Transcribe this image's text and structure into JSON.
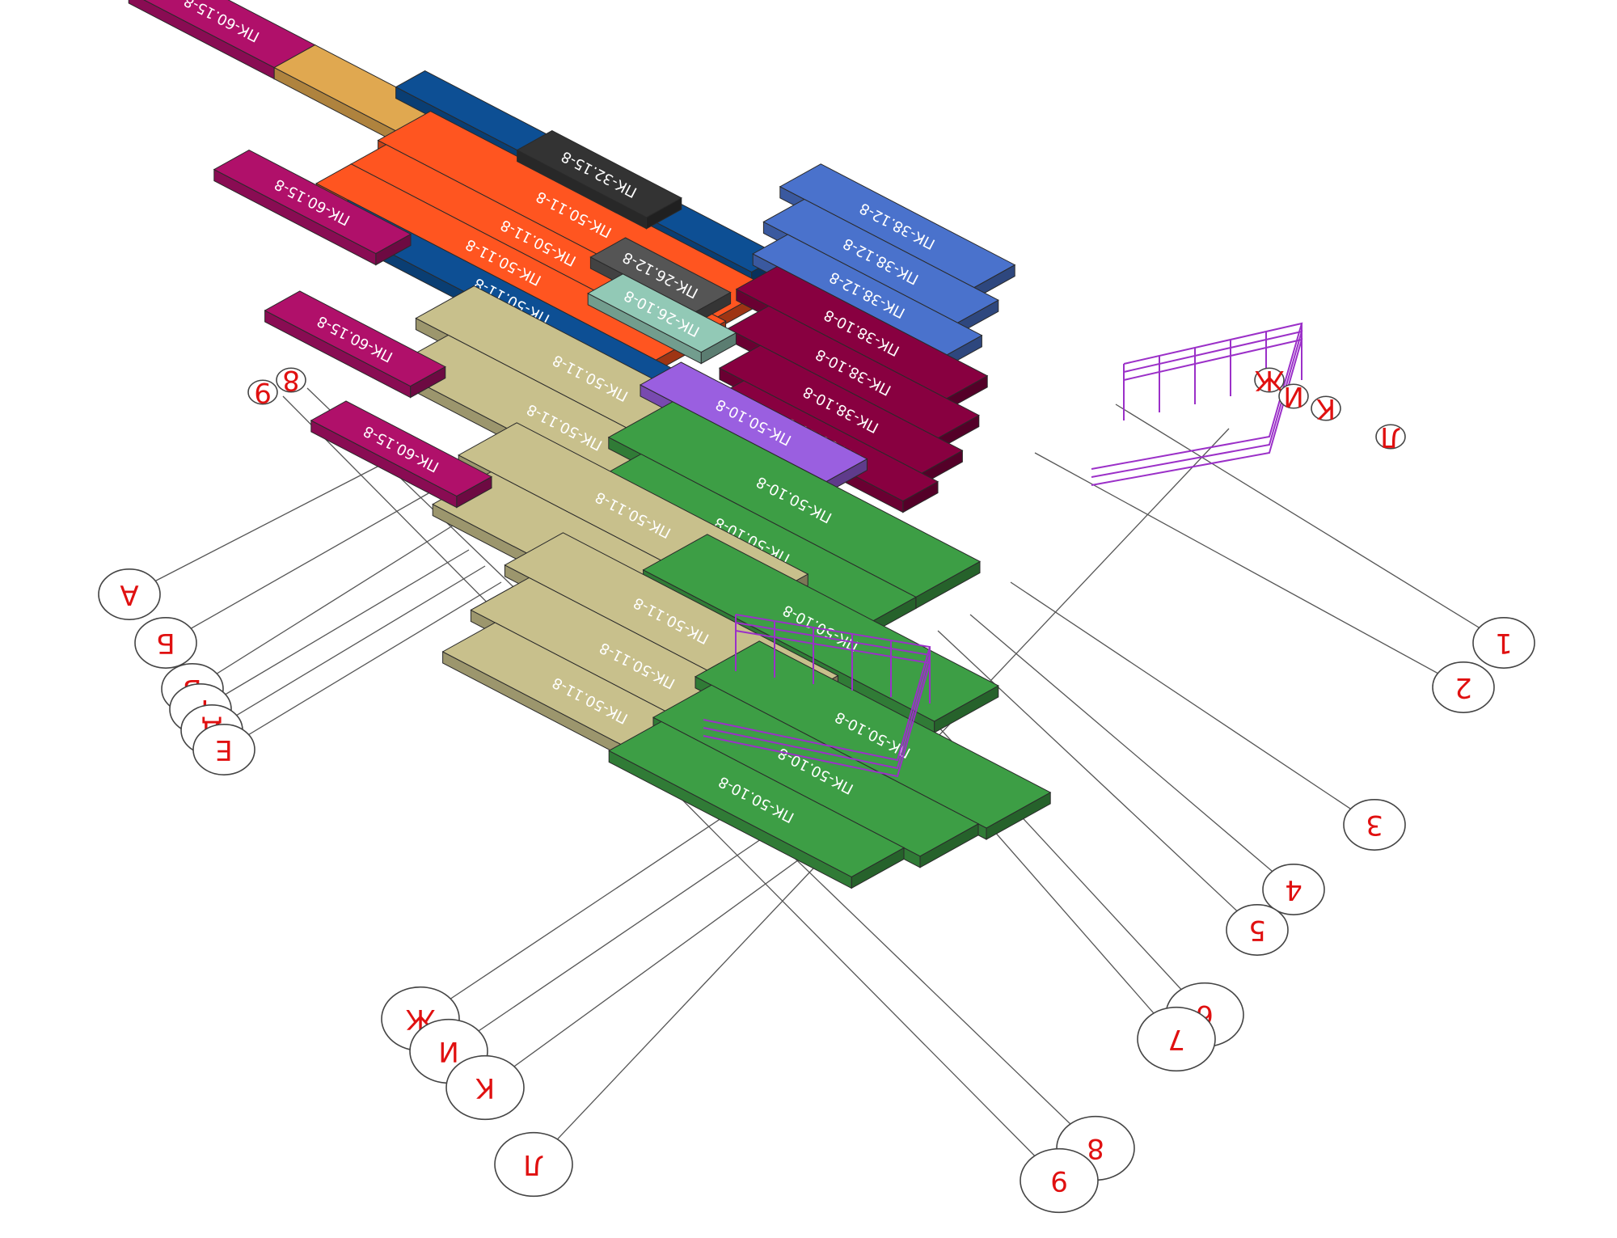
{
  "floors": [
    {
      "slabs": [
        {
          "label": "ПК-60.15-8",
          "color": "#b0106a"
        },
        {
          "label": "ПК-60.15-8",
          "color": "#e0a850"
        },
        {
          "label": "ПК-50.11-8",
          "color": "#0d4f94"
        },
        {
          "label": "ПК-50.11-8",
          "color": "#ff5520"
        },
        {
          "label": "ПК-50.11-8",
          "color": "#ff5520"
        },
        {
          "label": "ПК-50.11-8",
          "color": "#ff5520"
        },
        {
          "label": "ПК-50.11-8",
          "color": "#0d4f94"
        },
        {
          "label": "ПК-32.15-8",
          "color": "#333333"
        },
        {
          "label": "ПК-38.12-8",
          "color": "#4a72cc"
        },
        {
          "label": "ПК-38.12-8",
          "color": "#4a72cc"
        },
        {
          "label": "ПК-38.12-8",
          "color": "#4a72cc"
        },
        {
          "label": "ПК-38.10-8",
          "color": "#880040"
        },
        {
          "label": "ПК-38.10-8",
          "color": "#880040"
        },
        {
          "label": "ПК-38.10-8",
          "color": "#880040"
        },
        {
          "label": "ПК-38.10-8",
          "color": "#880040"
        },
        {
          "label": "ПК-26.12-8",
          "color": "#555555"
        },
        {
          "label": "ПК-26.10-8",
          "color": "#92c9b6"
        }
      ]
    },
    {
      "slabs": [
        {
          "label": "ПК-60.15-8",
          "color": "#b0106a"
        },
        {
          "label": "ПК-50.11-8",
          "color": "#c8c08c"
        },
        {
          "label": "ПК-50.11-8",
          "color": "#c8c08c"
        },
        {
          "label": "ПК-50.10-8",
          "color": "#9a5fe0"
        },
        {
          "label": "ПК-50.10-8",
          "color": "#3d9e45"
        },
        {
          "label": "ПК-50.10-8",
          "color": "#3d9e45"
        }
      ]
    },
    {
      "slabs": [
        {
          "label": "ПК-60.15-8",
          "color": "#b0106a"
        },
        {
          "label": "ПК-50.11-8",
          "color": "#c8c08c"
        },
        {
          "label": "ПК-50.11-8",
          "color": "#c8c08c"
        },
        {
          "label": "ПК-50.10-8",
          "color": "#3d9e45"
        }
      ]
    },
    {
      "slabs": [
        {
          "label": "ПК-60.15-8",
          "color": "#b0106a"
        },
        {
          "label": "ПК-50.11-8",
          "color": "#c8c08c"
        },
        {
          "label": "ПК-50.11-8",
          "color": "#c8c08c"
        },
        {
          "label": "ПК-50.11-8",
          "color": "#c8c08c"
        },
        {
          "label": "ПК-50.10-8",
          "color": "#3d9e45"
        },
        {
          "label": "ПК-50.10-8",
          "color": "#3d9e45"
        },
        {
          "label": "ПК-50.10-8",
          "color": "#3d9e45"
        }
      ]
    }
  ],
  "axes": {
    "letters": [
      "А",
      "Б",
      "В",
      "Г",
      "Д",
      "Е",
      "Ж",
      "И",
      "К",
      "Л"
    ],
    "numbers": [
      "1",
      "2",
      "3",
      "4",
      "5",
      "6",
      "7",
      "8",
      "9"
    ],
    "top_letters": [
      "Ж",
      "И",
      "К",
      "Л"
    ],
    "top_numbers": [
      "8",
      "9"
    ]
  },
  "colors": {
    "bubble_text": "#e01010",
    "rail": "#9b30c8",
    "leader": "#555555"
  }
}
